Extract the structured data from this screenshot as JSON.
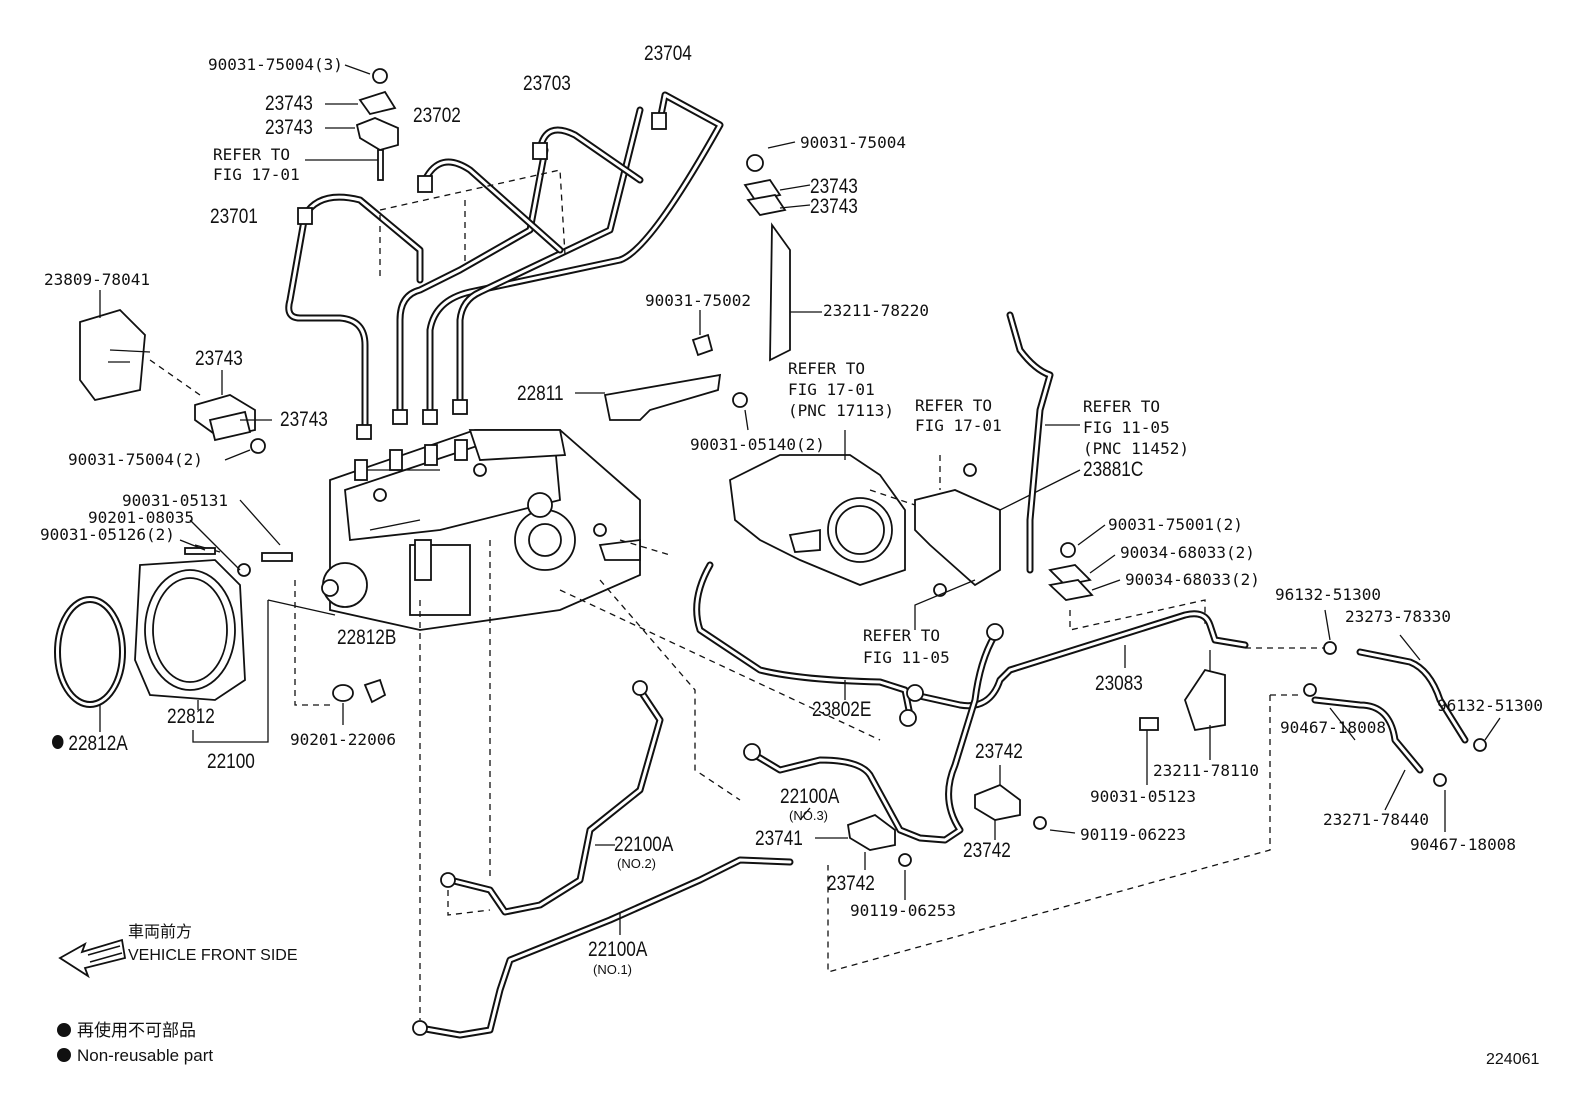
{
  "labels": {
    "p90031_75004_3": "90031-75004(3)",
    "p23743_a": "23743",
    "p23743_b": "23743",
    "p23702": "23702",
    "p23703": "23703",
    "p23704": "23704",
    "refer_17_01_a": "REFER TO",
    "refer_17_01_a2": "FIG 17-01",
    "p23701": "23701",
    "p90031_75004_r": "90031-75004",
    "p23743_c": "23743",
    "p23743_d": "23743",
    "p23809": "23809-78041",
    "p23743_e": "23743",
    "p23743_f": "23743",
    "p90031_75004_2": "90031-75004(2)",
    "p90031_75002": "90031-75002",
    "p23211_78220": "23211-78220",
    "p22811": "22811",
    "refer_17113_1": "REFER TO",
    "refer_17113_2": "FIG 17-01",
    "refer_17113_3": "(PNC 17113)",
    "p90031_05140": "90031-05140(2)",
    "refer_17_01_b": "REFER TO",
    "refer_17_01_b2": "FIG 17-01",
    "refer_11_05_a": "REFER TO",
    "refer_11_05_a2": "FIG 11-05",
    "refer_11_05_a3": "(PNC 11452)",
    "p23881c": "23881C",
    "p90031_05131": "90031-05131",
    "p90201_08035": "90201-08035",
    "p90031_05126": "90031-05126(2)",
    "p90031_75001": "90031-75001(2)",
    "p90034_a": "90034-68033(2)",
    "p90034_b": "90034-68033(2)",
    "p96132_a": "96132-51300",
    "p23273": "23273-78330",
    "refer_11_05_b": "REFER TO",
    "refer_11_05_b2": "FIG 11-05",
    "p22812b": "22812B",
    "p22812": "22812",
    "p22812a": "22812A",
    "p22100": "22100",
    "p90201_22006": "90201-22006",
    "p23802e": "23802E",
    "p23083": "23083",
    "p96132_b": "96132-51300",
    "p90467_a": "90467-18008",
    "p90031_05123": "90031-05123",
    "p23211_78110": "23211-78110",
    "p23742_a": "23742",
    "p23742_b": "23742",
    "p23742_c": "23742",
    "p22100a_3": "22100A",
    "no3": "(NO.3)",
    "p23741": "23741",
    "p90119_06223": "90119-06223",
    "p90119_06253": "90119-06253",
    "p23271": "23271-78440",
    "p90467_b": "90467-18008",
    "p22100a_2": "22100A",
    "no2": "(NO.2)",
    "p22100a_1": "22100A",
    "no1": "(NO.1)"
  },
  "legend": {
    "front_jp": "車両前方",
    "front_en": "VEHICLE FRONT SIDE",
    "nonreuse_jp": "再使用不可部品",
    "nonreuse_en": "Non-reusable part"
  },
  "figure_number": "224061"
}
